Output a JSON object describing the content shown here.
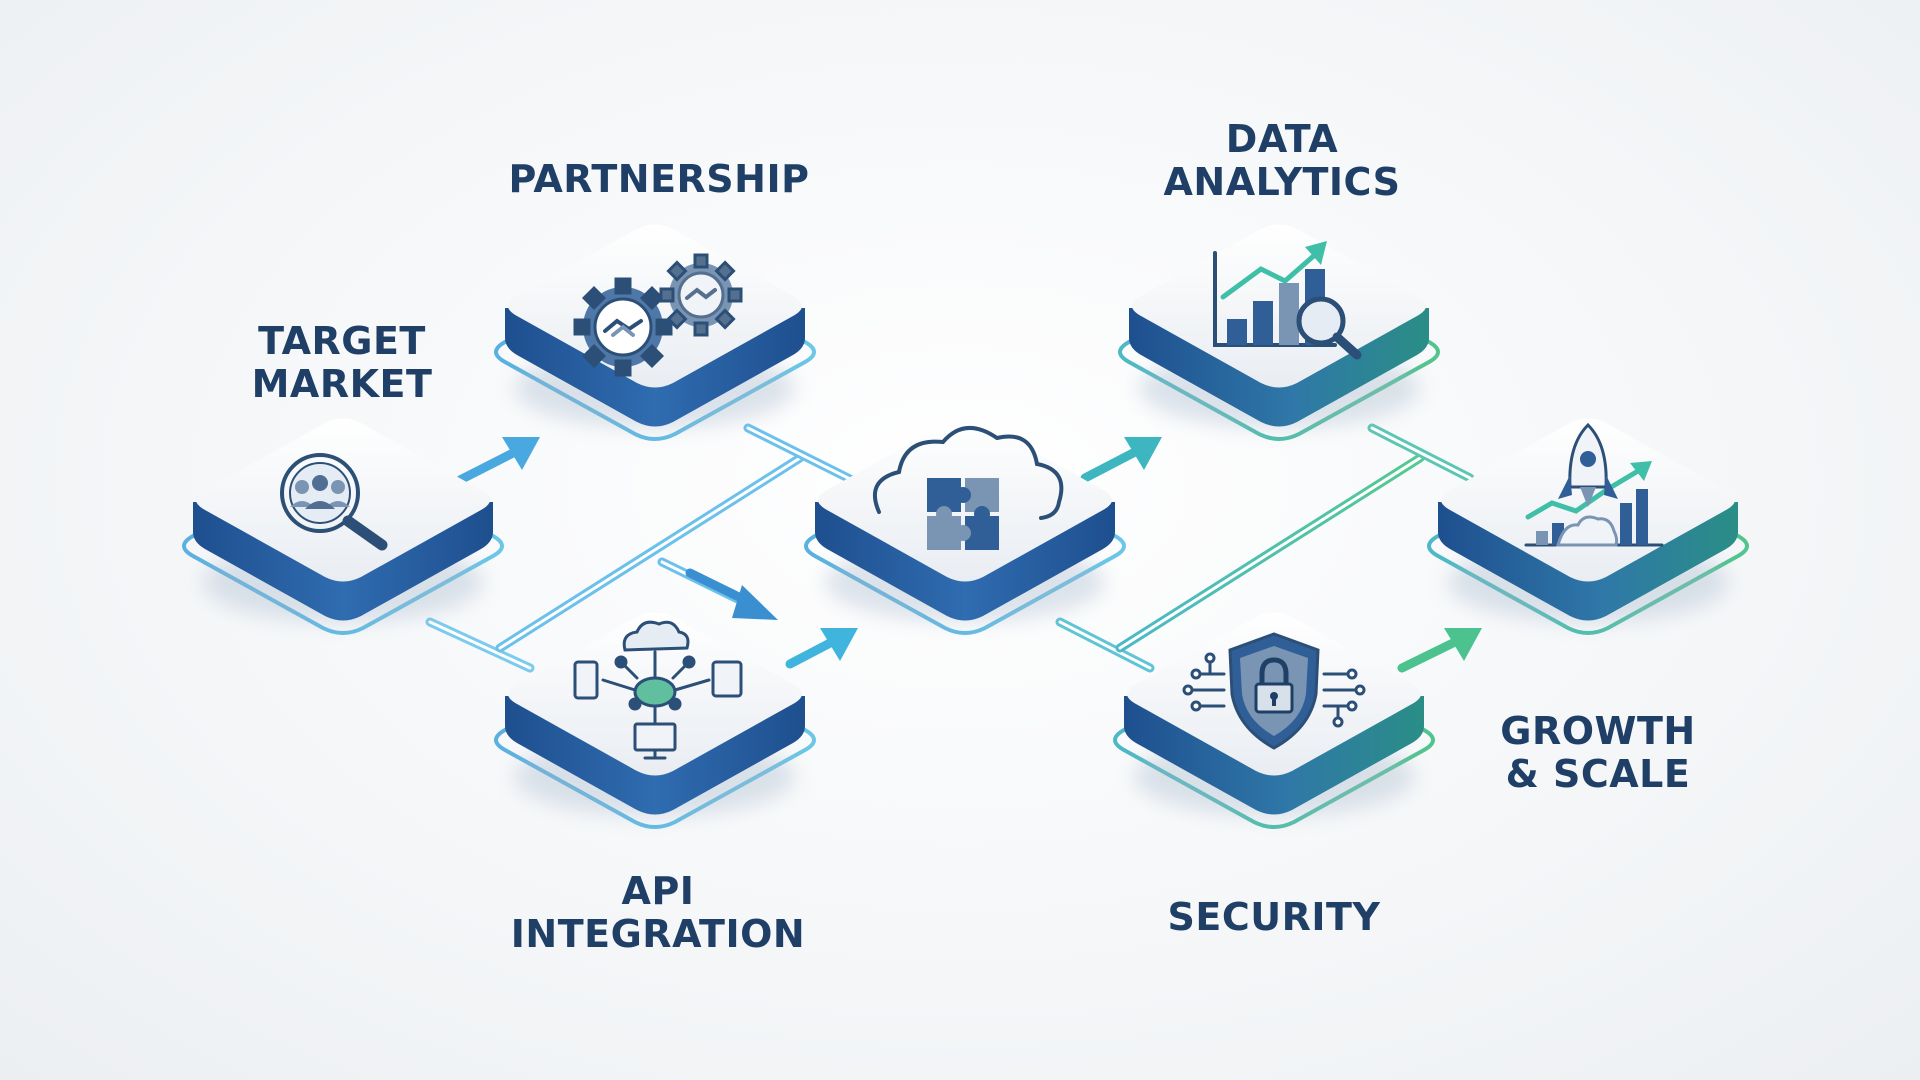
{
  "labels": {
    "target_market": "TARGET\nMARKET",
    "partnership": "PARTNERSHIP",
    "data_analytics": "DATA\nANALYTICS",
    "api_integration": "API\nINTEGRATION",
    "security": "SECURITY",
    "growth_scale": "GROWTH\n& SCALE"
  },
  "icons": {
    "target_market": "magnifier-people-icon",
    "partnership": "gears-handshake-icon",
    "hub": "cloud-puzzle-icon",
    "data_analytics": "bar-chart-magnifier-icon",
    "api_integration": "network-devices-icon",
    "security": "shield-lock-circuit-icon",
    "growth_scale": "rocket-growth-chart-icon"
  },
  "colors": {
    "text": "#1f3f66",
    "blue_dark": "#1e4f8f",
    "blue_mid": "#3d7fc4",
    "cyan": "#4cb7de",
    "teal": "#3fbfa8",
    "green": "#4fc08c",
    "icon_stroke": "#2c4f78",
    "icon_fill": "#7a94b3"
  }
}
